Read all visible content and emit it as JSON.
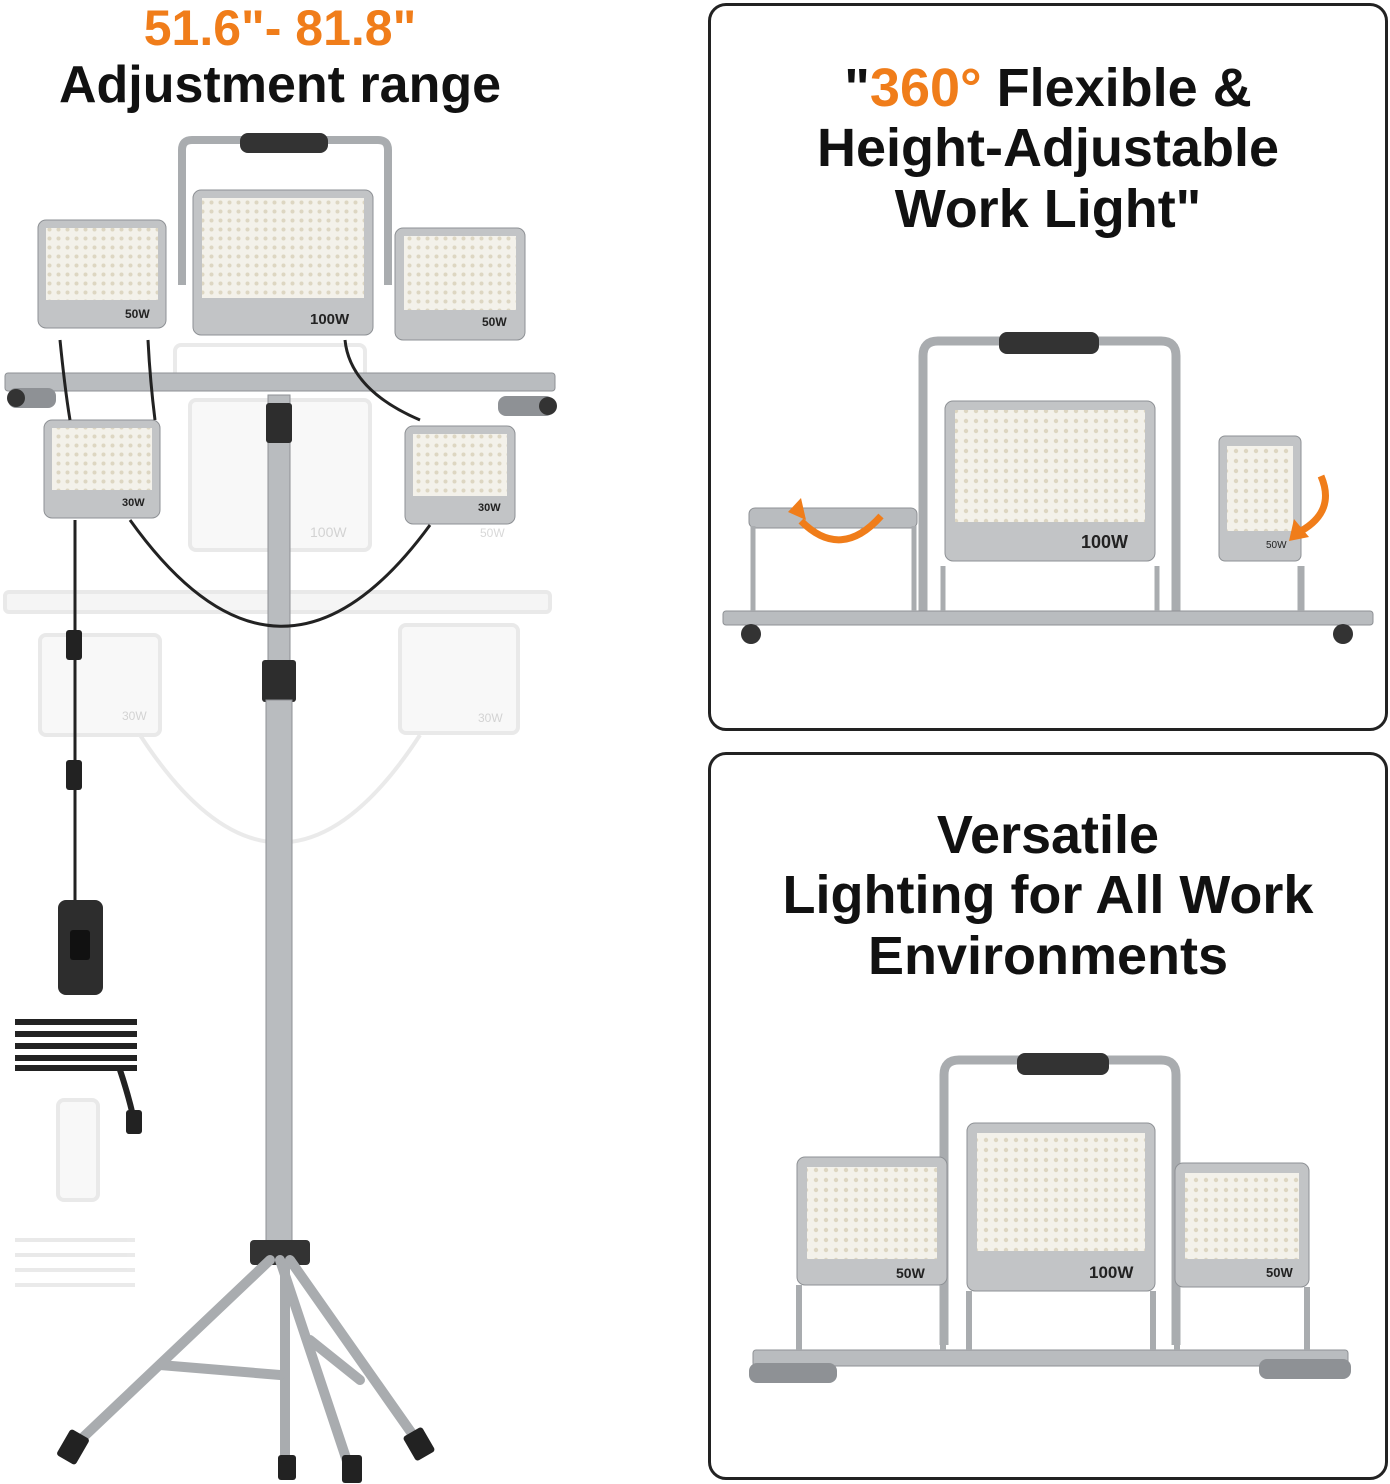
{
  "left": {
    "range_value": "51.6\"- 81.8\"",
    "range_label": "Adjustment range"
  },
  "panel_top": {
    "quote_open": "\"",
    "highlight": "360°",
    "line1_rest": " Flexible &",
    "line2": "Height-Adjustable",
    "line3": "Work Light\""
  },
  "panel_bottom": {
    "line1": "Versatile",
    "line2": "Lighting for All Work",
    "line3": "Environments"
  },
  "wattage": {
    "w100": "100W",
    "w50": "50W",
    "w30": "30W"
  },
  "colors": {
    "accent": "#f07d1a",
    "frame": "#a9acaf",
    "lamp_face": "#f3f1ea"
  }
}
